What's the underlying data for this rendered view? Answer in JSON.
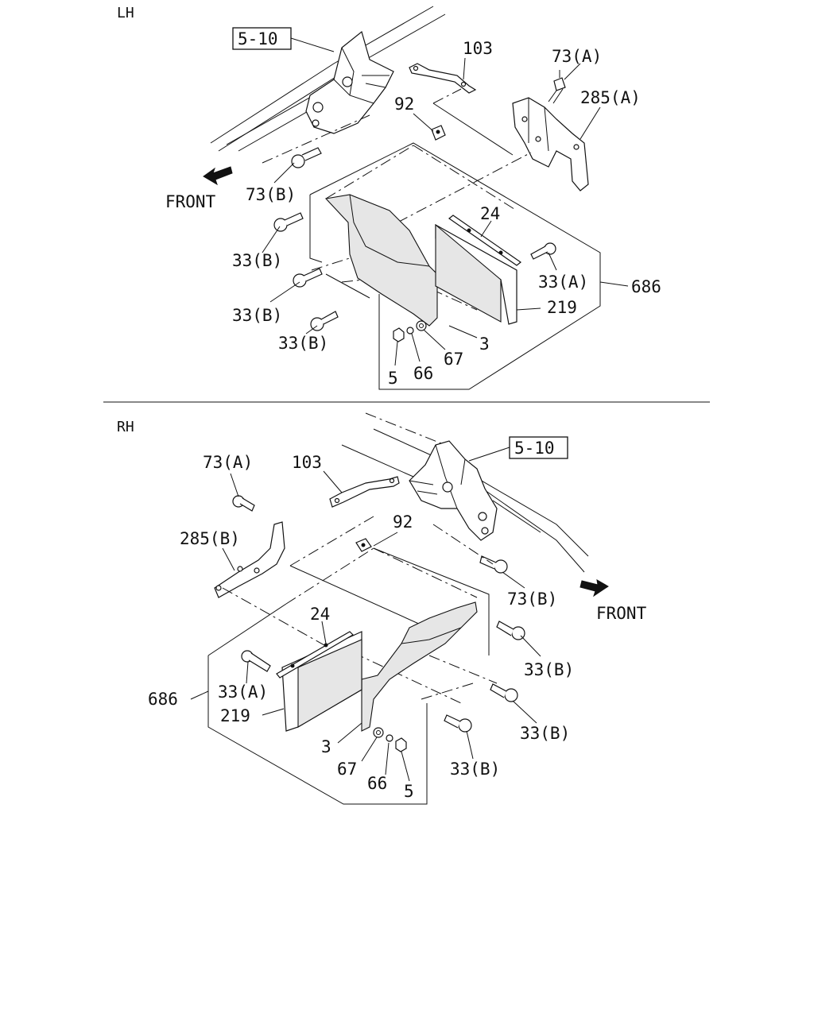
{
  "sections": [
    {
      "id": "lh",
      "title": "LH",
      "ref_box": "5-10",
      "front_label": "FRONT",
      "callouts": {
        "p103": "103",
        "p73a": "73(A)",
        "p285": "285(A)",
        "p92": "92",
        "p73b": "73(B)",
        "p24": "24",
        "p33b1": "33(B)",
        "p33a": "33(A)",
        "p686": "686",
        "p33b2": "33(B)",
        "p219": "219",
        "p33b3": "33(B)",
        "p3": "3",
        "p67": "67",
        "p66": "66",
        "p5": "5"
      }
    },
    {
      "id": "rh",
      "title": "RH",
      "ref_box": "5-10",
      "front_label": "FRONT",
      "callouts": {
        "p73a": "73(A)",
        "p103": "103",
        "p92": "92",
        "p285": "285(B)",
        "p73b": "73(B)",
        "p24": "24",
        "p33b1": "33(B)",
        "p33a": "33(A)",
        "p686": "686",
        "p219": "219",
        "p33b2": "33(B)",
        "p3": "3",
        "p67": "67",
        "p66": "66",
        "p5": "5",
        "p33b3": "33(B)"
      }
    }
  ]
}
